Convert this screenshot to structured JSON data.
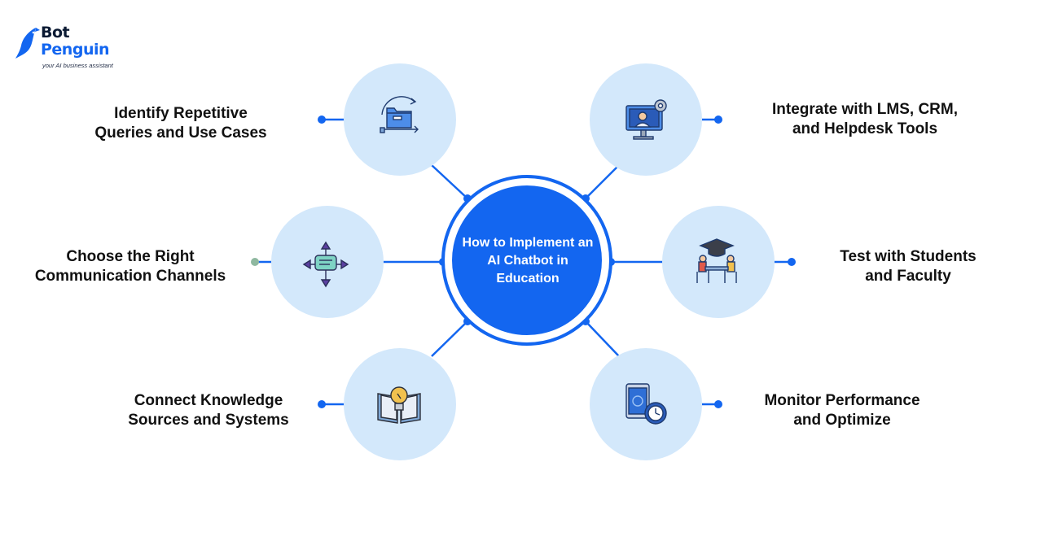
{
  "brand": {
    "name_line1": "Bot",
    "name_line2": "Penguin",
    "tagline": "your AI business assistant"
  },
  "center": {
    "title": "How to Implement an AI Chatbot in Education"
  },
  "steps": [
    {
      "label_line1": "Identify Repetitive",
      "label_line2": "Queries and Use Cases",
      "icon": "folder-cycle-icon"
    },
    {
      "label_line1": "Integrate with LMS, CRM,",
      "label_line2": "and Helpdesk Tools",
      "icon": "monitor-user-gear-icon"
    },
    {
      "label_line1": "Choose the Right",
      "label_line2": "Communication Channels",
      "icon": "chat-arrows-icon"
    },
    {
      "label_line1": "Test with Students",
      "label_line2": "and Faculty",
      "icon": "classroom-table-icon"
    },
    {
      "label_line1": "Connect Knowledge",
      "label_line2": "Sources and Systems",
      "icon": "book-lightbulb-icon"
    },
    {
      "label_line1": "Monitor Performance",
      "label_line2": "and Optimize",
      "icon": "tablet-clock-icon"
    }
  ],
  "colors": {
    "accent": "#1366f0",
    "node_fill": "#d3e8fb",
    "text": "#111111"
  }
}
